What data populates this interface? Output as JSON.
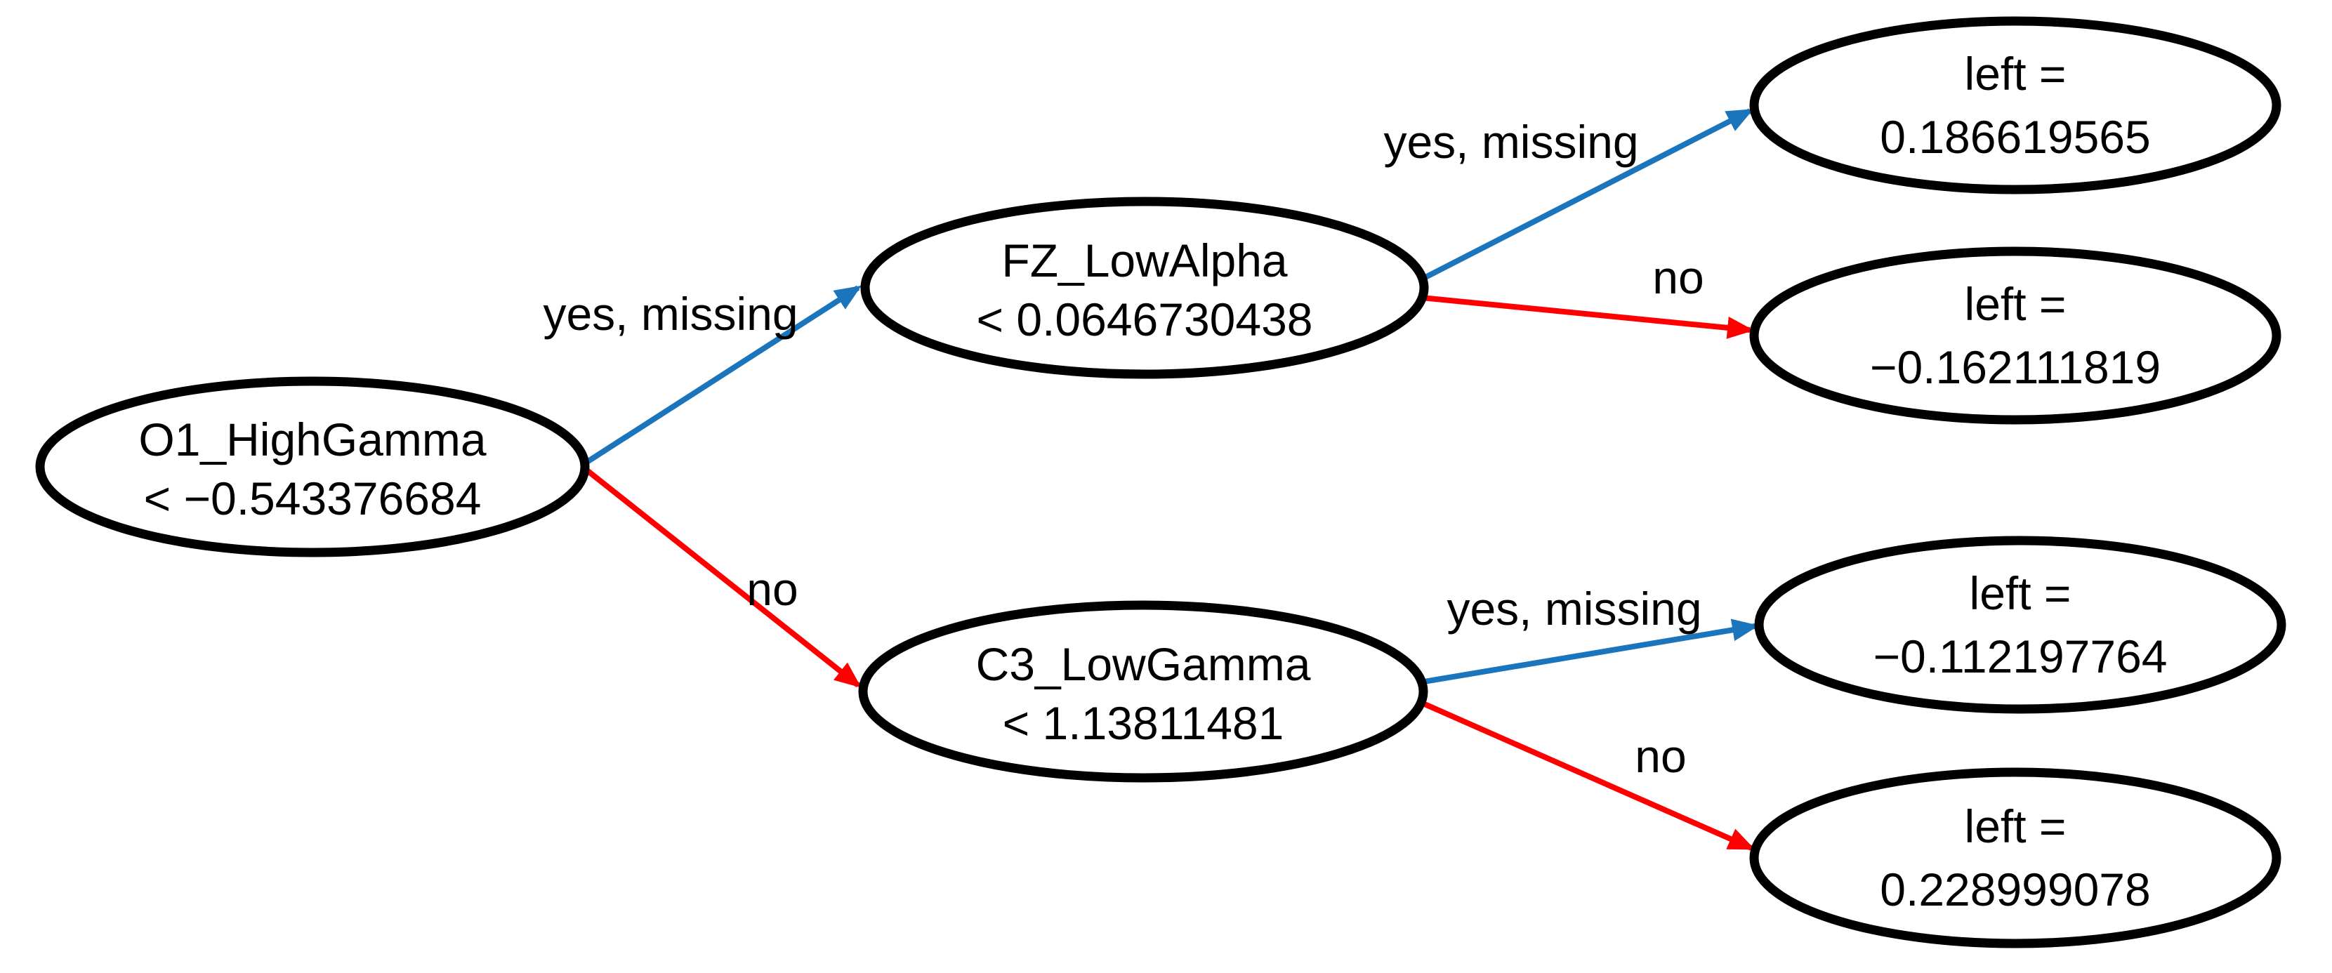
{
  "diagram": {
    "type": "decision-tree",
    "colors": {
      "yes_branch": "#1B75BC",
      "no_branch": "#FF0000",
      "node_outline": "#000000",
      "node_fill": "#FFFFFF",
      "text": "#000000"
    },
    "nodes": {
      "root": {
        "line1": "O1_HighGamma",
        "line2": "< −0.543376684"
      },
      "fz": {
        "line1": "FZ_LowAlpha",
        "line2": "< 0.0646730438"
      },
      "c3": {
        "line1": "C3_LowGamma",
        "line2": "< 1.13811481"
      },
      "leaf1": {
        "line1": "left =",
        "line2": "0.186619565"
      },
      "leaf2": {
        "line1": "left =",
        "line2": "−0.162111819"
      },
      "leaf3": {
        "line1": "left =",
        "line2": "−0.112197764"
      },
      "leaf4": {
        "line1": "left =",
        "line2": "0.228999078"
      }
    },
    "edges": [
      {
        "from": "root",
        "to": "fz",
        "branch": "yes",
        "label": "yes, missing"
      },
      {
        "from": "root",
        "to": "c3",
        "branch": "no",
        "label": "no"
      },
      {
        "from": "fz",
        "to": "leaf1",
        "branch": "yes",
        "label": "yes, missing"
      },
      {
        "from": "fz",
        "to": "leaf2",
        "branch": "no",
        "label": "no"
      },
      {
        "from": "c3",
        "to": "leaf3",
        "branch": "yes",
        "label": "yes, missing"
      },
      {
        "from": "c3",
        "to": "leaf4",
        "branch": "no",
        "label": "no"
      }
    ]
  }
}
